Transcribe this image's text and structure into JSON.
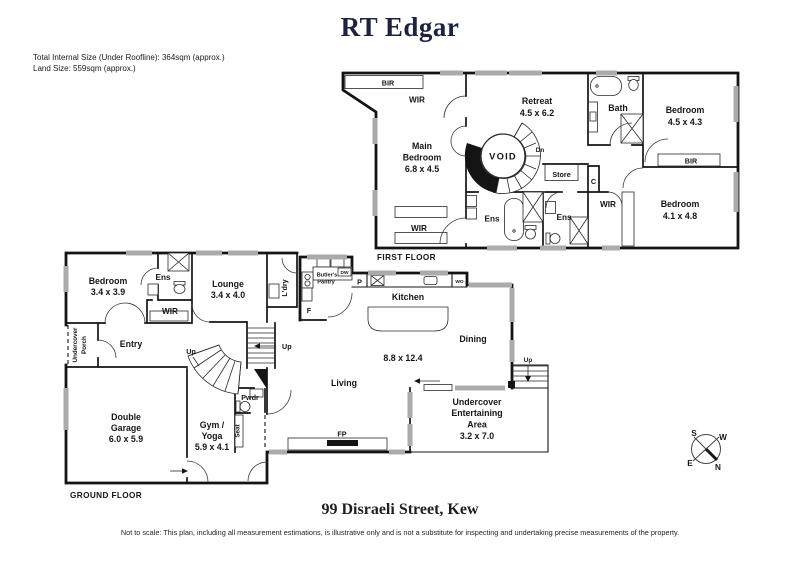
{
  "brand": {
    "title": "RT Edgar"
  },
  "info": {
    "line1": "Total Internal Size (Under Roofline): 364sqm (approx.)",
    "line2": "Land Size: 559sqm (approx.)"
  },
  "address": "99 Disraeli Street, Kew",
  "disclaimer": "Not to scale: This plan, including all measurement estimations, is illustrative only and is not a substitute for inspecting and undertaking precise measurements of the property.",
  "first_floor": {
    "caption": "FIRST FLOOR",
    "labels": {
      "bir_main": "BIR",
      "wir_top": "WIR",
      "main_bedroom_1": "Main",
      "main_bedroom_2": "Bedroom",
      "main_bedroom_size": "6.8 x 4.5",
      "retreat": "Retreat",
      "retreat_size": "4.5 x 6.2",
      "bath": "Bath",
      "bedroom_ne": "Bedroom",
      "bedroom_ne_size": "4.5 x 4.3",
      "bir_ne": "BIR",
      "bedroom_se": "Bedroom",
      "bedroom_se_size": "4.1 x 4.8",
      "wir_se": "WIR",
      "store": "Store",
      "cupboard": "C",
      "void": "VOID",
      "down": "Dn",
      "ens_main": "Ens",
      "ens_2": "Ens",
      "wir_bottom": "WIR"
    }
  },
  "ground_floor": {
    "caption": "GROUND FLOOR",
    "labels": {
      "bedroom": "Bedroom",
      "bedroom_size": "3.4 x 3.9",
      "ens": "Ens",
      "wir": "WIR",
      "lounge": "Lounge",
      "lounge_size": "3.4 x 4.0",
      "laundry": "L'dry",
      "butlers_1": "Butler's",
      "butlers_2": "Pantry",
      "dw": "DW",
      "pantry": "P",
      "kitchen": "Kitchen",
      "wall_oven": "WO",
      "fridge": "F",
      "entry": "Entry",
      "porch_1": "Undercover",
      "porch_2": "Porch",
      "up_stairs": "Up",
      "up_spiral": "Up",
      "up_outdoor": "Up",
      "living_size": "8.8 x 12.4",
      "dining": "Dining",
      "living": "Living",
      "garage_1": "Double",
      "garage_2": "Garage",
      "garage_size": "6.0 x 5.9",
      "gym_1": "Gym /",
      "gym_2": "Yoga",
      "gym_size": "5.9 x 4.1",
      "powder": "Pwdr",
      "seat": "Seat",
      "fireplace": "FP",
      "entertaining_1": "Undercover",
      "entertaining_2": "Entertaining",
      "entertaining_3": "Area",
      "entertaining_size": "3.2 x 7.0"
    }
  },
  "compass": {
    "n": "N",
    "s": "S",
    "e": "E",
    "w": "W"
  },
  "colors": {
    "ink": "#141414",
    "brand_navy": "#1c2240",
    "window_gray": "#ababab"
  }
}
